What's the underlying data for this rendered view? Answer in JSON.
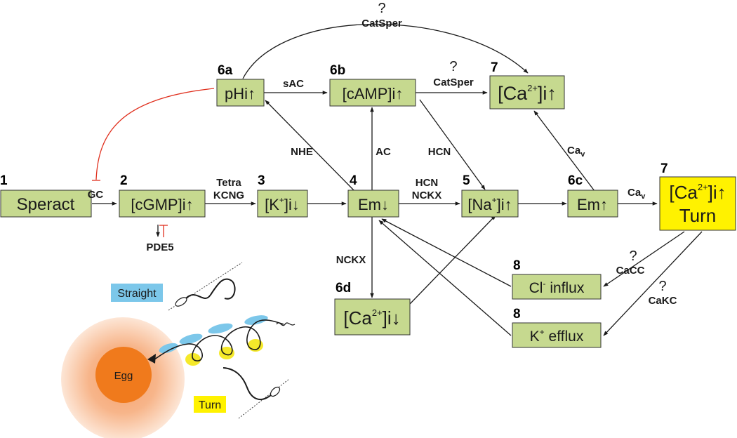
{
  "colors": {
    "box_fill": "#c6d98f",
    "highlight_fill": "#fff200",
    "arrow": "#1a1a1a",
    "inhibit": "#e0301e",
    "egg_core": "#f07a1c",
    "egg_halo": "#f6a06a",
    "head_blue": "#7cc7ea",
    "tail_yellow": "#f5e92a"
  },
  "nodes": {
    "speract": {
      "num": "1",
      "label": "Speract"
    },
    "cgmp": {
      "num": "2",
      "label": "[cGMP]i",
      "arrow": "↑"
    },
    "k_in": {
      "num": "3",
      "pre": "[K",
      "sup": "+",
      "post": "]i",
      "arrow": "↓"
    },
    "em_down": {
      "num": "4",
      "label": "Em",
      "arrow": "↓"
    },
    "na_in": {
      "num": "5",
      "pre": "[Na",
      "sup": "+",
      "post": "]i",
      "arrow": "↑"
    },
    "phi": {
      "num": "6a",
      "label": "pHi",
      "arrow": "↑"
    },
    "camp": {
      "num": "6b",
      "label": "[cAMP]i",
      "arrow": "↑"
    },
    "em_up": {
      "num": "6c",
      "label": "Em",
      "arrow": "↑"
    },
    "ca_down": {
      "num": "6d",
      "pre": "[Ca",
      "sup": "2+",
      "post": "]i",
      "arrow": "↓"
    },
    "ca_top": {
      "num": "7",
      "pre": "[Ca",
      "sup": "2+",
      "post": "]i",
      "arrow": "↑"
    },
    "ca_turn": {
      "num": "7",
      "pre": "[Ca",
      "sup": "2+",
      "post": "]i",
      "arrow": "↑",
      "line2": "Turn"
    },
    "cl_influx": {
      "num": "8",
      "pre": "Cl",
      "sup": "-",
      "post": " influx"
    },
    "k_efflux": {
      "num": "8",
      "pre": "K",
      "sup": "+",
      "post": " efflux"
    }
  },
  "edge_labels": {
    "gc": "GC",
    "tetra": "Tetra",
    "kcng": "KCNG",
    "hcn_mid": "HCN",
    "nckx_mid": "NCKX",
    "nhe": "NHE",
    "ac": "AC",
    "sac": "sAC",
    "hcn_diag": "HCN",
    "q_catsper_mid": "?",
    "catsper_mid": "CatSper",
    "q_catsper_top": "?",
    "catsper_top": "CatSper",
    "ca_v": "Ca",
    "ca_v_sub": "v",
    "ca_v2": "Ca",
    "ca_v2_sub": "v",
    "nckx_down": "NCKX",
    "q_cacc": "?",
    "cacc": "CaCC",
    "q_cakc": "?",
    "cakc": "CaKC",
    "pde5": "PDE5"
  },
  "inset": {
    "straight": "Straight",
    "turn": "Turn",
    "egg": "Egg"
  }
}
